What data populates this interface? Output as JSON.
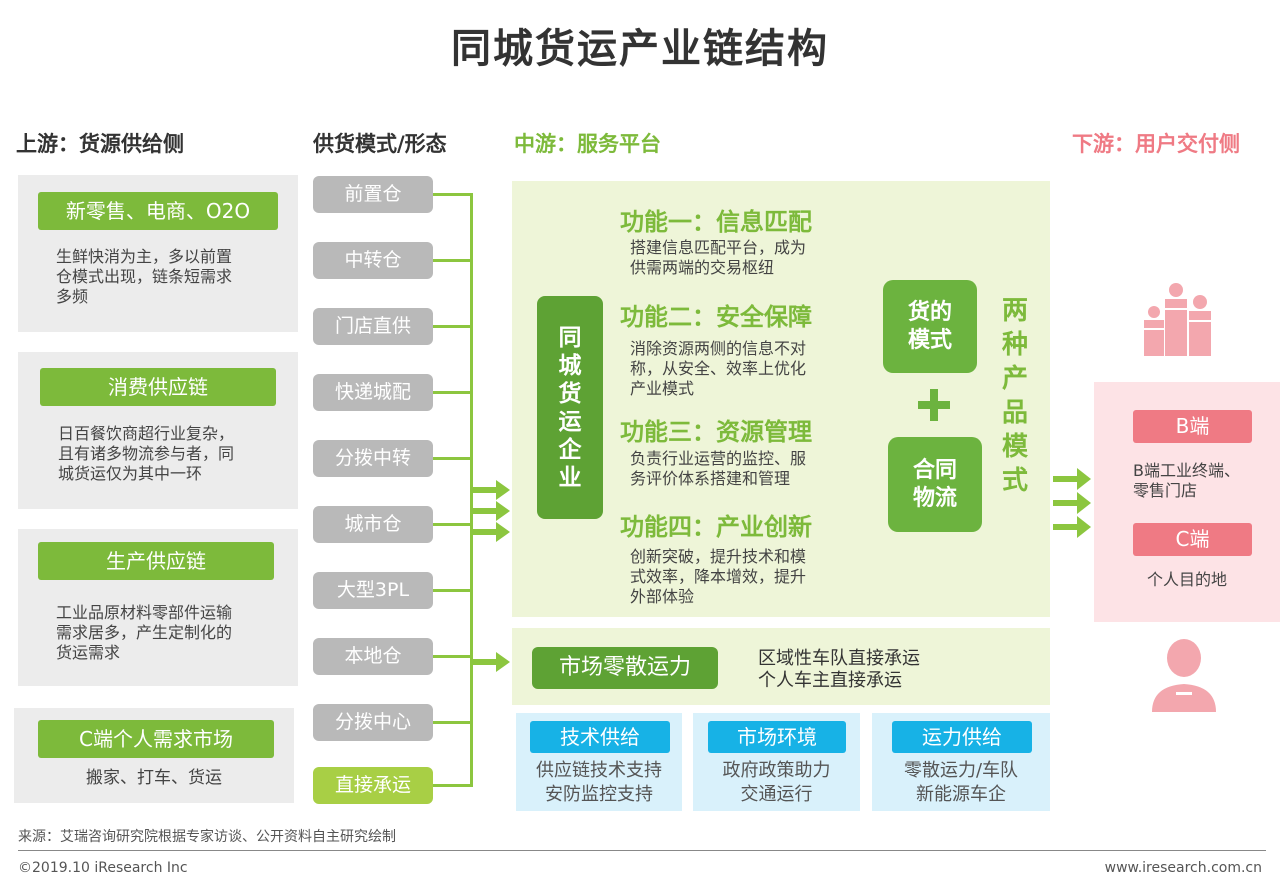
{
  "title": "同城货运产业链结构",
  "headers": {
    "upstream": "上游：货源供给侧",
    "supply_modes": "供货模式/形态",
    "midstream": "中游：服务平台",
    "downstream": "下游：用户交付侧"
  },
  "upstream": [
    {
      "label": "新零售、电商、O2O",
      "desc": [
        "生鲜快消为主，多以前置",
        "仓模式出现，链条短需求",
        "多频"
      ]
    },
    {
      "label": "消费供应链",
      "desc": [
        "日百餐饮商超行业复杂，",
        "且有诸多物流参与者，同",
        "城货运仅为其中一环"
      ]
    },
    {
      "label": "生产供应链",
      "desc": [
        "工业品原材料零部件运输",
        "需求居多，产生定制化的",
        "货运需求"
      ]
    },
    {
      "label": "C端个人需求市场",
      "desc": [
        "搬家、打车、货运"
      ]
    }
  ],
  "modes": [
    "前置仓",
    "中转仓",
    "门店直供",
    "快递城配",
    "分拨中转",
    "城市仓",
    "大型3PL",
    "本地仓",
    "分拨中心",
    "直接承运"
  ],
  "platform": {
    "vertical_label": [
      "同",
      "城",
      "货",
      "运",
      "企",
      "业"
    ],
    "functions": [
      {
        "title": "功能一：信息匹配",
        "desc": [
          "搭建信息匹配平台，成为",
          "供需两端的交易枢纽"
        ]
      },
      {
        "title": "功能二：安全保障",
        "desc": [
          "消除资源两侧的信息不对",
          "称，从安全、效率上优化",
          "产业模式"
        ]
      },
      {
        "title": "功能三：资源管理",
        "desc": [
          "负责行业运营的监控、服",
          "务评价体系搭建和管理"
        ]
      },
      {
        "title": "功能四：产业创新",
        "desc": [
          "创新突破，提升技术和模",
          "式效率，降本增效，提升",
          "外部体验"
        ]
      }
    ],
    "mode_goods": [
      "货的",
      "模式"
    ],
    "mode_contract": [
      "合同",
      "物流"
    ],
    "two_modes": [
      "两",
      "种",
      "产",
      "品",
      "模",
      "式"
    ]
  },
  "market": {
    "label": "市场零散运力",
    "desc": [
      "区域性车队直接承运",
      "个人车主直接承运"
    ]
  },
  "supports": [
    {
      "label": "技术供给",
      "desc": [
        "供应链技术支持",
        "安防监控支持"
      ]
    },
    {
      "label": "市场环境",
      "desc": [
        "政府政策助力",
        "交通运行"
      ]
    },
    {
      "label": "运力供给",
      "desc": [
        "零散运力/车队",
        "新能源车企"
      ]
    }
  ],
  "downstream": {
    "b_label": "B端",
    "b_desc": [
      "B端工业终端、",
      "零售门店"
    ],
    "c_label": "C端",
    "c_desc": [
      "个人目的地"
    ]
  },
  "footer": {
    "source": "来源：艾瑞咨询研究院根据专家访谈、公开资料自主研究绘制",
    "copyright": "©2019.10 iResearch Inc",
    "site": "www.iresearch.com.cn"
  },
  "colors": {
    "green": "#7dba3b",
    "dark_green": "#5ea234",
    "gray": "#b9b9b9",
    "blue": "#17b2e6",
    "pink": "#ef7a84",
    "upstream_header": "#333333",
    "midstream_header": "#7dba3b",
    "downstream_header": "#ef7a84"
  },
  "icons": [
    "group-people-icon",
    "person-icon",
    "arrow-right-icon",
    "plus-icon"
  ]
}
